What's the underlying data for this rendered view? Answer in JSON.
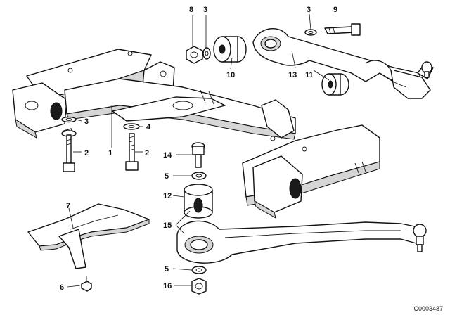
{
  "callouts": {
    "c1": "1",
    "c2a": "2",
    "c2b": "2",
    "c3a": "3",
    "c3b": "3",
    "c3c": "3",
    "c4": "4",
    "c5a": "5",
    "c5b": "5",
    "c6": "6",
    "c7": "7",
    "c8": "8",
    "c9": "9",
    "c10": "10",
    "c11": "11",
    "c12": "12",
    "c13": "13",
    "c14": "14",
    "c15": "15",
    "c16": "16"
  },
  "reference_code": "C0003487"
}
